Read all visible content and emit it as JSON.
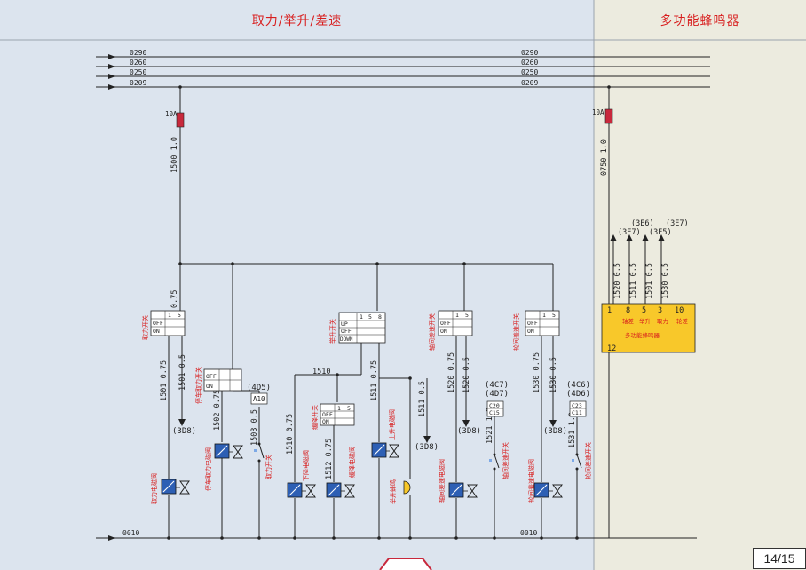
{
  "headers": {
    "left_title": "取力/举升/差速",
    "right_title": "多功能蜂鸣器"
  },
  "page_number": "14/15",
  "buses": {
    "top_left": [
      "0290",
      "0260",
      "0250",
      "0209"
    ],
    "top_right": [
      "0290",
      "0260",
      "0250",
      "0209"
    ],
    "ground_left": "0010",
    "ground_right": "0010"
  },
  "fuses": {
    "left_rating": "10A",
    "right_rating": "10A",
    "left_wire": "1500 1.0",
    "right_wire": "0750 1.0"
  },
  "switches": {
    "pto": {
      "name": "取力开关",
      "wire": "0.75",
      "off": "OFF",
      "on": "ON",
      "pin1": "1",
      "pin5": "5"
    },
    "parking_pto": {
      "name": "停车取力开关",
      "off": "OFF",
      "on": "ON"
    },
    "lift": {
      "name": "举升开关",
      "up": "UP",
      "off": "OFF",
      "down": "DOWN",
      "pin1": "1",
      "pin5": "5",
      "pin8": "8"
    },
    "slow_drop": {
      "name": "缓降开关",
      "off": "OFF",
      "on": "ON",
      "pin1": "1",
      "pin5": "5"
    },
    "axle_diff": {
      "name": "轴间差速开关",
      "off": "OFF",
      "on": "ON",
      "pin1": "1",
      "pin5": "5"
    },
    "wheel_diff": {
      "name": "轮间差速开关",
      "off": "OFF",
      "on": "ON",
      "pin1": "1",
      "pin5": "5"
    }
  },
  "wires": {
    "w1501": "1501 0.75",
    "w1501b": "1501 0.5",
    "w1502": "1502 0.75",
    "w1503": "1503 0.5",
    "w1510h": "1510",
    "w1510": "1510 0.75",
    "w1512": "1512 0.75",
    "w1511": "1511 0.75",
    "w1511b": "1511 0.5",
    "w1520": "1520 0.75",
    "w1520b": "1520 0.5",
    "w1521": "1521 1.0",
    "w1530": "1530 0.75",
    "w1530b": "1530 0.5",
    "w1531": "1531 1.0"
  },
  "refs": {
    "r3d8a": "(3D8)",
    "r3d8b": "(3D8)",
    "r3d8c": "(3D8)",
    "r3d8d": "(3D8)",
    "r4d5": "(4D5)",
    "a10": "A10",
    "r4c7": "(4C7)",
    "r4d7": "(4D7)",
    "c20": "C20",
    "c15": "C15",
    "r4c6": "(4C6)",
    "r4d6": "(4D6)",
    "c23": "C23",
    "c11": "C11"
  },
  "components": {
    "pto_valve": "取力电磁阀",
    "parking_pto_valve": "停车取力电磁阀",
    "pto_switch": "取力开关",
    "down_valve": "下降电磁阀",
    "slow_drop_valve": "缓降电磁阀",
    "up_valve": "上升电磁阀",
    "lift_buzzer": "举升蜂鸣",
    "axle_diff_valve": "轴间差速电磁阀",
    "axle_diff_switch": "轴间差速开关",
    "wheel_diff_valve": "轮间差速电磁阀",
    "wheel_diff_switch": "轮间差速开关"
  },
  "buzzer": {
    "name": "多功能蜂鸣器",
    "pins": [
      "1",
      "8",
      "5",
      "3",
      "10"
    ],
    "ground_pin": "12",
    "functions": [
      "轴差",
      "举升",
      "取力",
      "轮差"
    ],
    "wires": [
      "1520 0.5",
      "1511 0.5",
      "1501 0.5",
      "1530 0.5"
    ],
    "refs": [
      "(3E7)",
      "(3E6)",
      "(3E5)",
      "(3E7)"
    ]
  },
  "colors": {
    "left_bg": "#dce4ee",
    "right_bg": "#ecebdf",
    "title_red": "#d81e1e",
    "fuse_red": "#c8283c",
    "valve_blue": "#2d5fb4",
    "buzzer_yellow": "#f8c82a"
  }
}
